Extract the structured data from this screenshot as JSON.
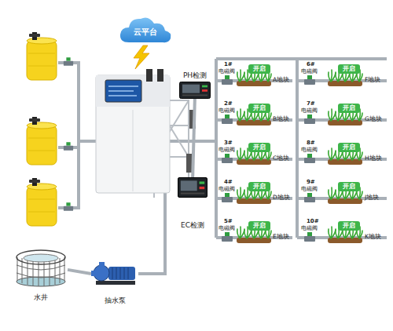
{
  "diagram": {
    "nodes": [
      {
        "text": [
          "云平台"
        ]
      },
      {
        "text": [
          "PH检测"
        ]
      },
      {
        "text": [
          "EC检测"
        ]
      },
      {
        "text": [
          "开启"
        ]
      },
      {
        "text": [
          "开启"
        ]
      },
      {
        "text": [
          "开启"
        ]
      },
      {
        "text": [
          "开启"
        ]
      },
      {
        "text": [
          "开启"
        ]
      },
      {
        "text": [
          "开启"
        ]
      },
      {
        "text": [
          "开启"
        ]
      },
      {
        "text": [
          "开启"
        ]
      },
      {
        "text": [
          "开启"
        ]
      },
      {
        "text": [
          "开启"
        ]
      },
      {
        "text": [
          "水井"
        ]
      },
      {
        "text": [
          "抽水泵"
        ]
      }
    ],
    "edges": [
      {
        "from": 13,
        "to": 14,
        "arrow": "none"
      },
      {
        "from": 1,
        "to": 2,
        "arrow": "none"
      }
    ],
    "labels": [
      "1#",
      "电磁阀",
      "A地块",
      "2#",
      "电磁阀",
      "B地块",
      "3#",
      "电磁阀",
      "C地块",
      "4#",
      "电磁阀",
      "D地块",
      "5#",
      "电磁阀",
      "E地块",
      "6#",
      "电磁阀",
      "F地块",
      "7#",
      "电磁阀",
      "G地块",
      "8#",
      "电磁阀",
      "H地块",
      "9#",
      "电磁阀",
      "J地块",
      "10#",
      "电磁阀",
      "K地块"
    ]
  }
}
